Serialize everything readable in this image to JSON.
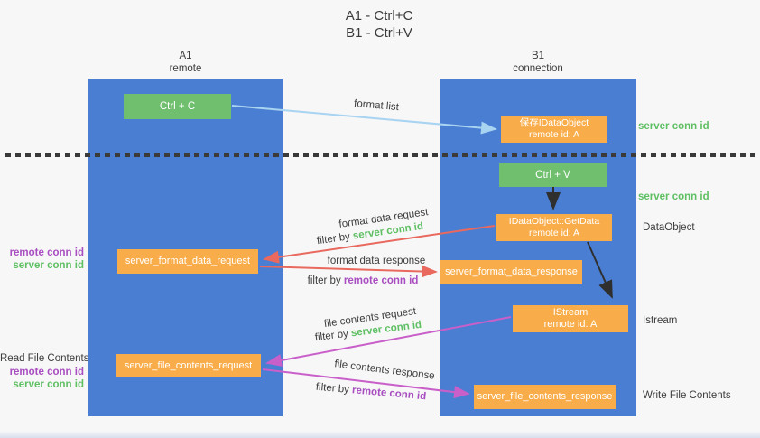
{
  "title": {
    "line1": "A1 - Ctrl+C",
    "line2": "B1 - Ctrl+V"
  },
  "columns": {
    "left": {
      "name": "A1",
      "subtitle": "remote"
    },
    "right": {
      "name": "B1",
      "subtitle": "connection"
    }
  },
  "nodes": {
    "ctrl_c": {
      "label": "Ctrl + C"
    },
    "ctrl_v": {
      "label": "Ctrl + V"
    },
    "save_idataobject": {
      "line1": "保存IDataObject",
      "line2": "remote id: A"
    },
    "idataobject_getdata": {
      "line1": "IDataObject::GetData",
      "line2": "remote id: A"
    },
    "istream": {
      "line1": "IStream",
      "line2": "remote id: A"
    },
    "server_format_data_request": {
      "label": "server_format_data_request"
    },
    "server_format_data_response": {
      "label": "server_format_data_response"
    },
    "server_file_contents_request": {
      "label": "server_file_contents_request"
    },
    "server_file_contents_response": {
      "label": "server_file_contents_response"
    }
  },
  "arrow_labels": {
    "format_list": "format list",
    "format_data_request": "format data request",
    "format_data_response": "format data response",
    "file_contents_request": "file contents request",
    "file_contents_response": "file contents response",
    "filter_by": "filter by",
    "server_conn_id": "server conn id",
    "remote_conn_id": "remote conn id"
  },
  "side_labels": {
    "server_conn_id": "server conn id",
    "remote_conn_id": "remote conn id",
    "dataobject": "DataObject",
    "istream": "Istream",
    "read_file_contents": "Read File Contents",
    "write_file_contents": "Write File Contents"
  },
  "colors": {
    "lifeline_blue": "#4a7ed2",
    "node_green": "#6fbf6e",
    "node_orange": "#f9ad4a",
    "arrow_red": "#e9695e",
    "arrow_magenta": "#c95fc9",
    "arrow_light_blue": "#a8d3f1",
    "arrow_black": "#2f2f2f",
    "text_green": "#5fbf63",
    "text_purple": "#a94ec0",
    "text_dark": "#3c3c3c"
  }
}
